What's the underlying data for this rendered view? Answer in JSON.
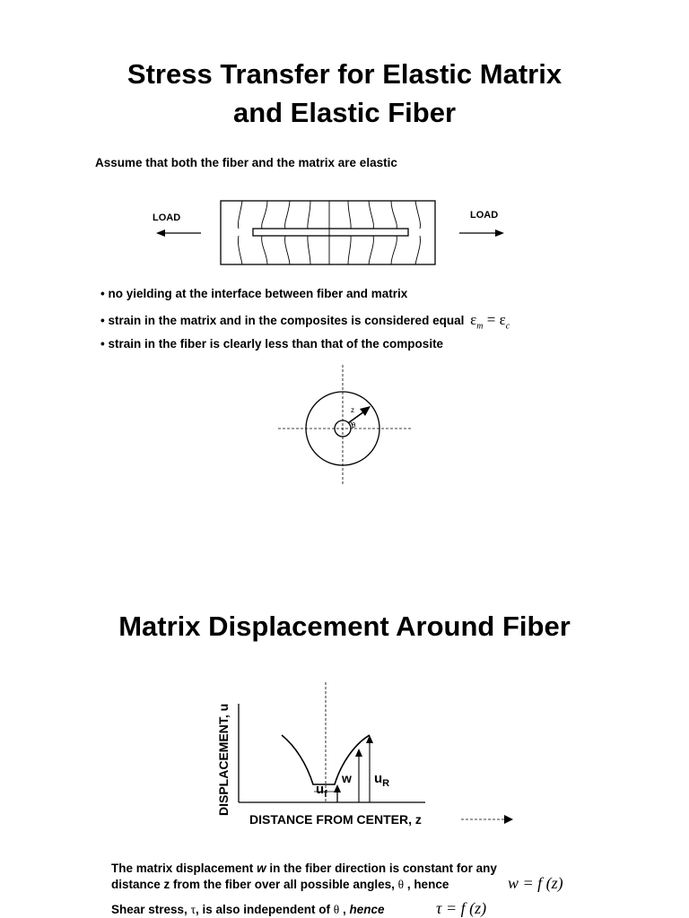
{
  "section1": {
    "title_line1": "Stress Transfer for Elastic Matrix",
    "title_line2": "and Elastic Fiber",
    "assumption": "Assume that both the fiber and the matrix are elastic",
    "load_left": "LOAD",
    "load_right": "LOAD",
    "bullets": [
      "• no yielding at the interface between fiber and matrix",
      "• strain in the matrix and in the composites is considered equal",
      "• strain in the fiber is clearly less than that of the composite"
    ],
    "equation_eps": "ε",
    "equation_sub_m": "m",
    "equation_equals": "=",
    "equation_sub_c": "c",
    "circle_label_z": "z",
    "circle_label_theta": "θ"
  },
  "section2": {
    "title": "Matrix Displacement Around Fiber",
    "ylabel": "DISPLACEMENT, u",
    "xlabel": "DISTANCE FROM CENTER, z",
    "label_u": "u",
    "label_f": "f",
    "label_w": "w",
    "label_R": "R",
    "para1_a": "The matrix displacement ",
    "para1_w": "w",
    "para1_b": " in the fiber direction is constant for any",
    "para2_a": "distance z from the fiber over all possible angles, ",
    "para2_theta": "θ",
    "para2_b": " , hence",
    "eq1": "w = f (z)",
    "para3_a": "Shear stress, ",
    "para3_tau": "τ",
    "para3_b": ", is also independent of ",
    "para3_theta": "θ",
    "para3_c": "  , ",
    "para3_hence": "hence",
    "eq2": "τ = f (z)"
  }
}
